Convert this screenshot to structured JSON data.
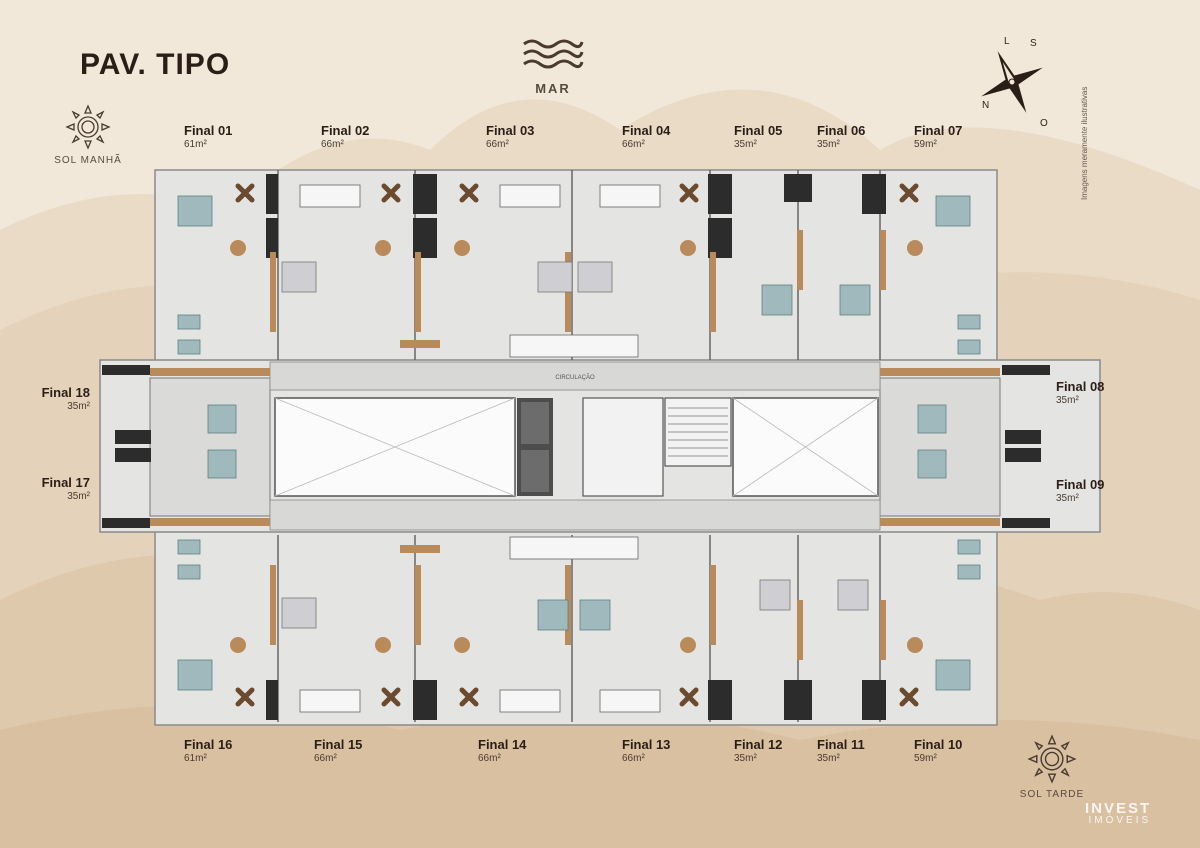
{
  "title": "PAV. TIPO",
  "sea_label": "MAR",
  "sun_morning": "SOL MANHÃ",
  "sun_afternoon": "SOL TARDE",
  "compass": {
    "n": "N",
    "s": "S",
    "l": "L",
    "o": "O"
  },
  "image_note": "Imagens meramente ilustrativas",
  "corridor_label": "CIRCULAÇÃO",
  "watermark": {
    "line1": "INVEST",
    "line2": "IMÓVEIS"
  },
  "units_top": [
    {
      "name": "Final 01",
      "area": "61m²"
    },
    {
      "name": "Final 02",
      "area": "66m²"
    },
    {
      "name": "Final 03",
      "area": "66m²"
    },
    {
      "name": "Final 04",
      "area": "66m²"
    },
    {
      "name": "Final 05",
      "area": "35m²"
    },
    {
      "name": "Final 06",
      "area": "35m²"
    },
    {
      "name": "Final 07",
      "area": "59m²"
    }
  ],
  "units_right": [
    {
      "name": "Final 08",
      "area": "35m²"
    },
    {
      "name": "Final 09",
      "area": "35m²"
    }
  ],
  "units_bottom": [
    {
      "name": "Final 10",
      "area": "59m²"
    },
    {
      "name": "Final 11",
      "area": "35m²"
    },
    {
      "name": "Final 12",
      "area": "35m²"
    },
    {
      "name": "Final 13",
      "area": "66m²"
    },
    {
      "name": "Final 14",
      "area": "66m²"
    },
    {
      "name": "Final 15",
      "area": "66m²"
    },
    {
      "name": "Final 16",
      "area": "61m²"
    }
  ],
  "units_left": [
    {
      "name": "Final 17",
      "area": "35m²"
    },
    {
      "name": "Final 18",
      "area": "35m²"
    }
  ],
  "colors": {
    "background": "#f1e8da",
    "hills": "#e2cfb4",
    "plan_floor": "#e6e6e4",
    "walls": "#3a3a3a",
    "wood": "#b98a5a",
    "text": "#2b1e16"
  },
  "icons": [
    "waves-icon",
    "sun-icon",
    "compass-rose-icon"
  ]
}
